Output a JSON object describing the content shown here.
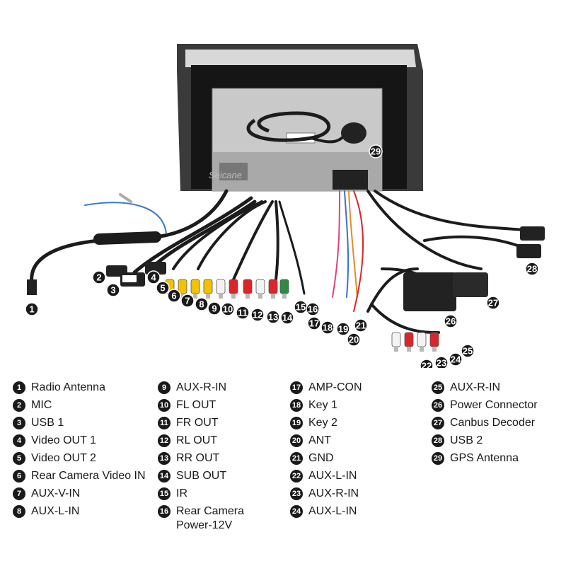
{
  "diagram": {
    "watermark": "Seicane",
    "connectors": [
      {
        "num": "1",
        "label": "Radio Antenna"
      },
      {
        "num": "2",
        "label": "MIC"
      },
      {
        "num": "3",
        "label": "USB 1"
      },
      {
        "num": "4",
        "label": "Video OUT 1"
      },
      {
        "num": "5",
        "label": "Video OUT 2"
      },
      {
        "num": "6",
        "label": "Rear Camera Video IN"
      },
      {
        "num": "7",
        "label": "AUX-V-IN"
      },
      {
        "num": "8",
        "label": "AUX-L-IN"
      },
      {
        "num": "9",
        "label": "AUX-R-IN"
      },
      {
        "num": "10",
        "label": "FL OUT"
      },
      {
        "num": "11",
        "label": "FR OUT"
      },
      {
        "num": "12",
        "label": "RL OUT"
      },
      {
        "num": "13",
        "label": "RR OUT"
      },
      {
        "num": "14",
        "label": "SUB OUT"
      },
      {
        "num": "15",
        "label": "IR"
      },
      {
        "num": "16",
        "label": "Rear Camera\nPower-12V"
      },
      {
        "num": "17",
        "label": "AMP-CON"
      },
      {
        "num": "18",
        "label": "Key 1"
      },
      {
        "num": "19",
        "label": "Key 2"
      },
      {
        "num": "20",
        "label": "ANT"
      },
      {
        "num": "21",
        "label": "GND"
      },
      {
        "num": "22",
        "label": "AUX-L-IN"
      },
      {
        "num": "23",
        "label": "AUX-R-IN"
      },
      {
        "num": "24",
        "label": "AUX-L-IN"
      },
      {
        "num": "25",
        "label": "AUX-R-IN"
      },
      {
        "num": "26",
        "label": "Power Connector"
      },
      {
        "num": "27",
        "label": "Canbus Decoder"
      },
      {
        "num": "28",
        "label": "USB 2"
      },
      {
        "num": "29",
        "label": "GPS Antenna"
      }
    ],
    "colors": {
      "rca_yellow": "#f2c200",
      "rca_red": "#d8262b",
      "rca_white": "#f3f3f3",
      "rca_green": "#2e8a3e",
      "cable": "#1c1c1c",
      "badge": "#1a1a1a"
    }
  }
}
